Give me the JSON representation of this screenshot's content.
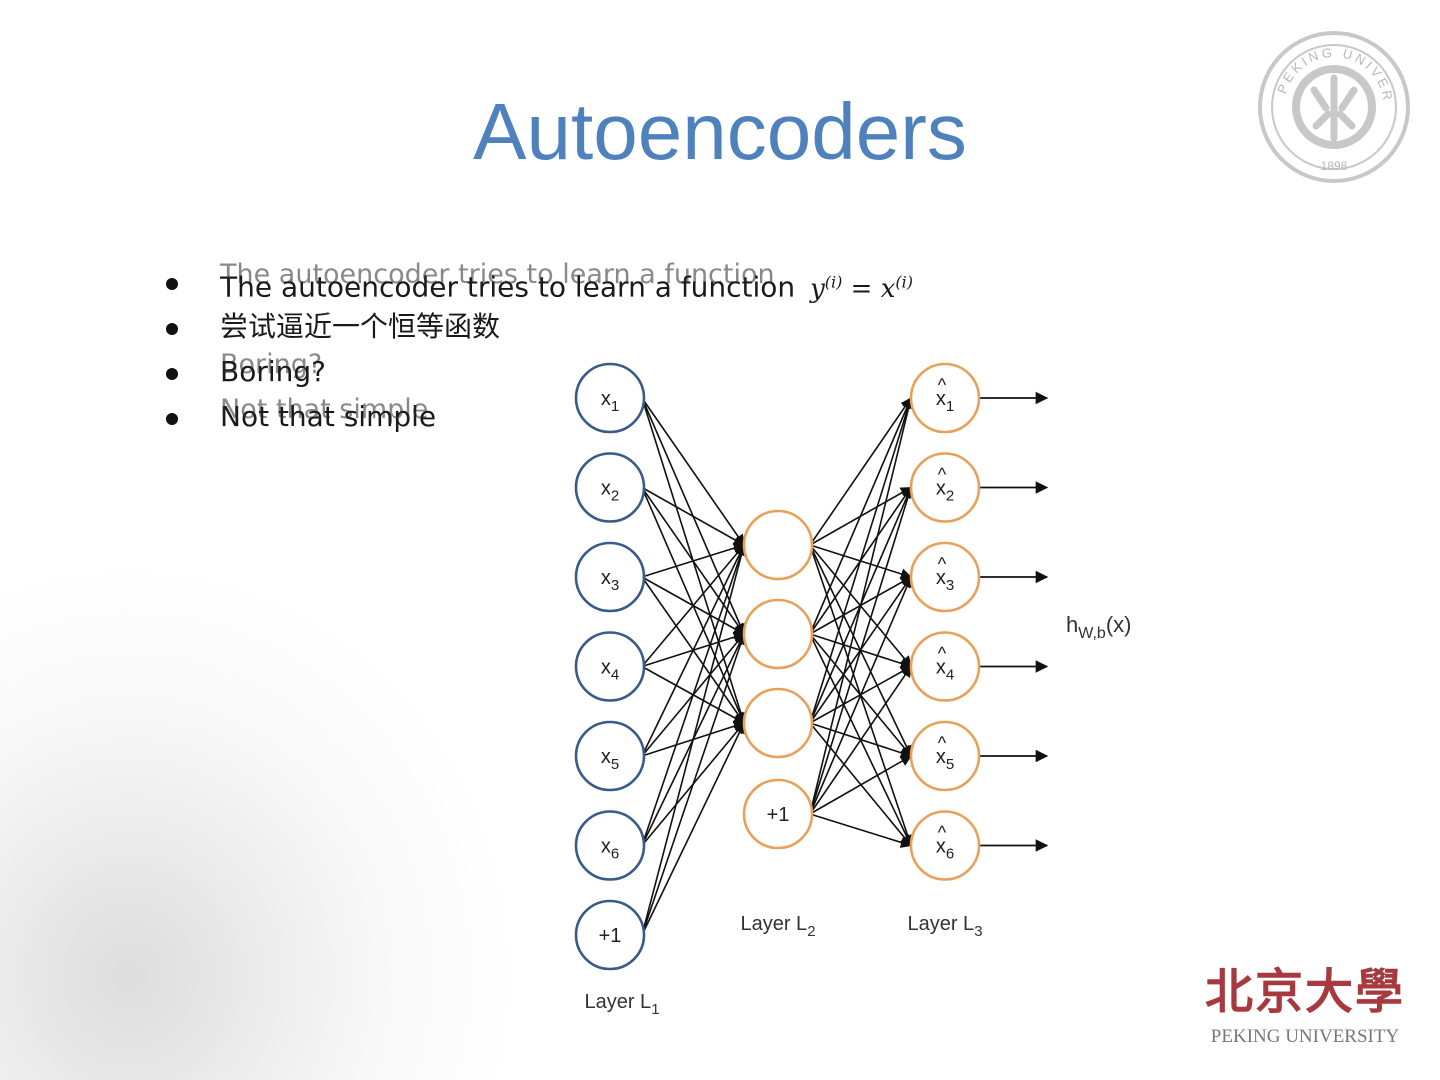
{
  "slide": {
    "title": "Autoencoders",
    "bullets": [
      {
        "text": "The autoencoder tries to learn a function",
        "formula": "y",
        "formula_sup": "(i)",
        "formula_eq": " = x",
        "formula_sup2": "(i)",
        "ghost": "The autoencoder tries to learn a function"
      },
      {
        "text": "尝试逼近一个恒等函数",
        "ghost": ""
      },
      {
        "text": "Boring?",
        "ghost": "Boring?"
      },
      {
        "text": "Not that simple",
        "ghost": "Not that simple"
      }
    ]
  },
  "diagram": {
    "layer1_nodes": [
      "x1",
      "x2",
      "x3",
      "x4",
      "x5",
      "x6",
      "+1"
    ],
    "layer2_nodes": [
      "",
      "",
      "",
      "+1"
    ],
    "layer3_nodes": [
      "x̂1",
      "x̂2",
      "x̂3",
      "x̂4",
      "x̂5",
      "x̂6"
    ],
    "layer_labels": [
      "Layer L1",
      "Layer L2",
      "Layer L3"
    ],
    "output_label": "hW,b(x)",
    "colors": {
      "input": "#3a5a8a",
      "hidden": "#e8a15a",
      "edge": "#111111"
    }
  },
  "logo": {
    "seal_text": "PEKING UNIVERSITY",
    "seal_year": "1898",
    "cn_name": "北京大學",
    "en_name": "PEKING UNIVERSITY",
    "color": "#a63a3e"
  }
}
